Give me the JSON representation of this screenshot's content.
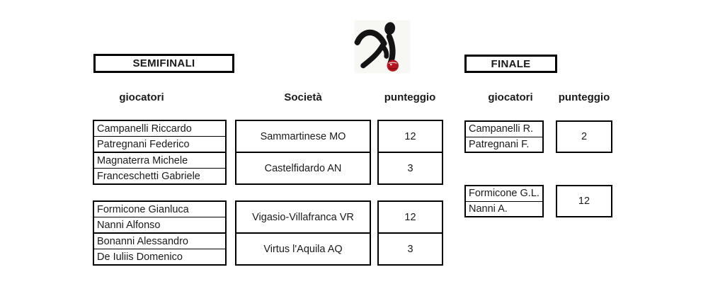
{
  "icon": {
    "label": "bocce-player",
    "figure_color": "#141414",
    "ball_color": "#b5161f",
    "bg_color": "#f7f7f4"
  },
  "semifinali": {
    "title": "SEMIFINALI",
    "headers": {
      "giocatori": "giocatori",
      "societa": "Società",
      "punteggio": "punteggio"
    },
    "matches": [
      {
        "rows": [
          {
            "players": [
              "Campanelli Riccardo",
              "Patregnani Federico"
            ],
            "society": "Sammartinese MO",
            "score": "12"
          },
          {
            "players": [
              "Magnaterra Michele",
              "Franceschetti Gabriele"
            ],
            "society": "Castelfidardo AN",
            "score": "3"
          }
        ]
      },
      {
        "rows": [
          {
            "players": [
              "Formicone Gianluca",
              "Nanni Alfonso"
            ],
            "society": "Vigasio-Villafranca VR",
            "score": "12"
          },
          {
            "players": [
              "Bonanni Alessandro",
              "De Iuliis Domenico"
            ],
            "society": "Virtus l'Aquila AQ",
            "score": "3"
          }
        ]
      }
    ]
  },
  "finale": {
    "title": "FINALE",
    "headers": {
      "giocatori": "giocatori",
      "punteggio": "punteggio"
    },
    "matches": [
      {
        "players": [
          "Campanelli R.",
          "Patregnani F."
        ],
        "score": "2"
      },
      {
        "players": [
          "Formicone G.L.",
          "Nanni A."
        ],
        "score": "12"
      }
    ]
  }
}
